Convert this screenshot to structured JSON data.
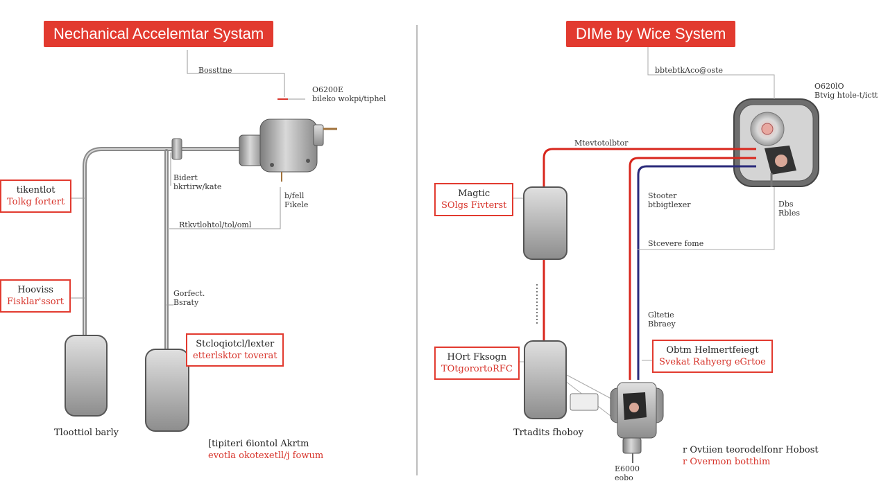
{
  "left": {
    "title": "Nechanical Accelemtar Systam",
    "labels": {
      "top_wire": "Bossttne",
      "component_line1": "O6200E",
      "component_line2": "bileko wokpi/tiphel",
      "mid_a_line1": "Bidert",
      "mid_a_line2": "bkrtirw/kate",
      "mid_b_line1": "b/fell",
      "mid_b_line2": "Fikele",
      "cable": "Rtkvtlohtol/tol/oml",
      "pedal_mid_line1": "Gorfect.",
      "pedal_mid_line2": "Bsraty"
    },
    "boxes": {
      "box1_line1": "tikentlot",
      "box1_line2": "Tolkg fortert",
      "box2_line1": "Hooviss",
      "box2_line2": "Fisklar'ssort",
      "box3_line1": "Stcloqiotcl/lexter",
      "box3_line2": "etterlsktor toverat"
    },
    "footer": {
      "pedal_caption": "Tloottiol barly",
      "bottom_line1": "[tipiteri 6iontol Akrtm",
      "bottom_line2": "evotla okotexetll/j fowum"
    }
  },
  "right": {
    "title": "DIMe by Wice System",
    "labels": {
      "top_wire": "bbtebtkAco@oste",
      "component_line1": "O620lO",
      "component_line2": "Btvig htole-t/ictt",
      "red_wire": "Mtevtotolbtor",
      "sensor_line1": "Stooter",
      "sensor_line2": "btbigtlexer",
      "right_side_line1": "Dbs",
      "right_side_line2": "Rbles",
      "mid_line": "Stcevere fome",
      "lower_line1": "Gltetie",
      "lower_line2": "Bbraey",
      "actuator_line1": "E6000",
      "actuator_line2": "eobo"
    },
    "boxes": {
      "box1_line1": "Magtic",
      "box1_line2": "SOlgs Fivterst",
      "box2_line1": "HOrt Fksogn",
      "box2_line2": "TOtgorortoRFC",
      "box3_line1": "Obtm Helmertfeiegt",
      "box3_line2": "Svekat Rahyerg eGrtoe"
    },
    "footer": {
      "pedal_caption": "Trtadits fhoboy",
      "bottom_line1": "r Ovtiien teorodelfonr Hobost",
      "bottom_line2": "r Overmon botthim"
    }
  },
  "colors": {
    "accent": "#e23a2f",
    "wire_red": "#d8261c",
    "wire_navy": "#2a2a7a",
    "metal": "#9a9a9a",
    "line": "#8a8a8a"
  }
}
